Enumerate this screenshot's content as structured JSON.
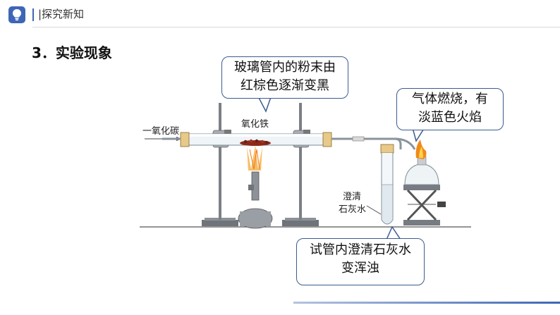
{
  "header": {
    "title": "|探究新知",
    "logo_icon": "lightbulb-icon"
  },
  "section": {
    "title": "3．实验现象"
  },
  "diagram": {
    "labels": {
      "carbon_monoxide": "一氧化碳",
      "iron_oxide": "氧化铁",
      "limewater_line1": "澄清",
      "limewater_line2": "石灰水"
    },
    "callouts": {
      "powder_line1": "玻璃管内的粉末由",
      "powder_line2": "红棕色逐渐变黑",
      "gas_line1": "气体燃烧，有",
      "gas_line2": "淡蓝色火焰",
      "tube_line1": "试管内澄清石灰水",
      "tube_line2": "变浑浊"
    }
  },
  "colors": {
    "accent": "#3f66b6",
    "callout_border": "#3b5c8f",
    "powder": "#8b2a1a",
    "flame": "#f08a1c"
  }
}
